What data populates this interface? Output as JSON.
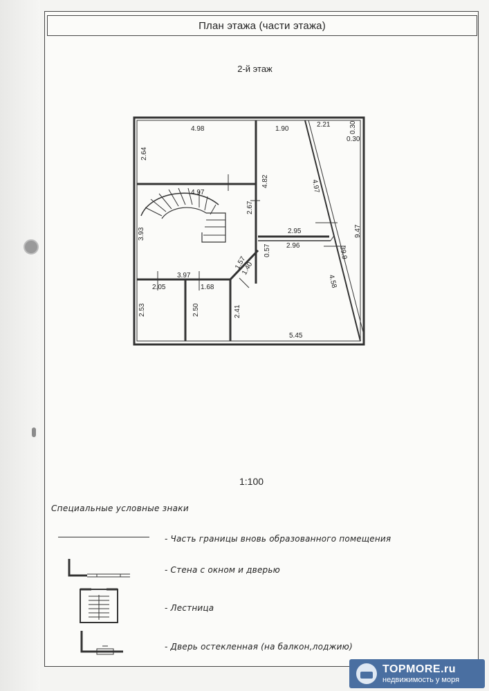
{
  "document": {
    "title": "План этажа (части этажа)",
    "floor_label": "2-й этаж",
    "scale": "1:100"
  },
  "plan": {
    "dimensions": [
      "4.98",
      "2.64",
      "1.90",
      "2.21",
      "0.30",
      "0.30",
      "4.82",
      "4.97",
      "4.97",
      "2.67",
      "3.93",
      "2.95",
      "9.47",
      "2.96",
      "0.57",
      "39.9",
      "4.58",
      "1.57",
      "1.40",
      "3.97",
      "2.05",
      "1.68",
      "2.53",
      "2.50",
      "2.41",
      "5.45"
    ]
  },
  "legend": {
    "title": "Специальные условные знаки",
    "items": [
      {
        "label": "- Часть границы вновь образованного помещения",
        "symbol": "boundary-line"
      },
      {
        "label": "- Стена с окном и дверью",
        "symbol": "wall-window-door"
      },
      {
        "label": "- Лестница",
        "symbol": "staircase"
      },
      {
        "label": "- Дверь остекленная (на балкон,лоджию)",
        "symbol": "glazed-door"
      }
    ]
  },
  "watermark": {
    "brand": "TOPMORE.ru",
    "tagline": "недвижимость у моря"
  },
  "colors": {
    "ink": "#333333",
    "paper": "#fbfbf9",
    "watermark_bg": "#4a6fa1"
  }
}
